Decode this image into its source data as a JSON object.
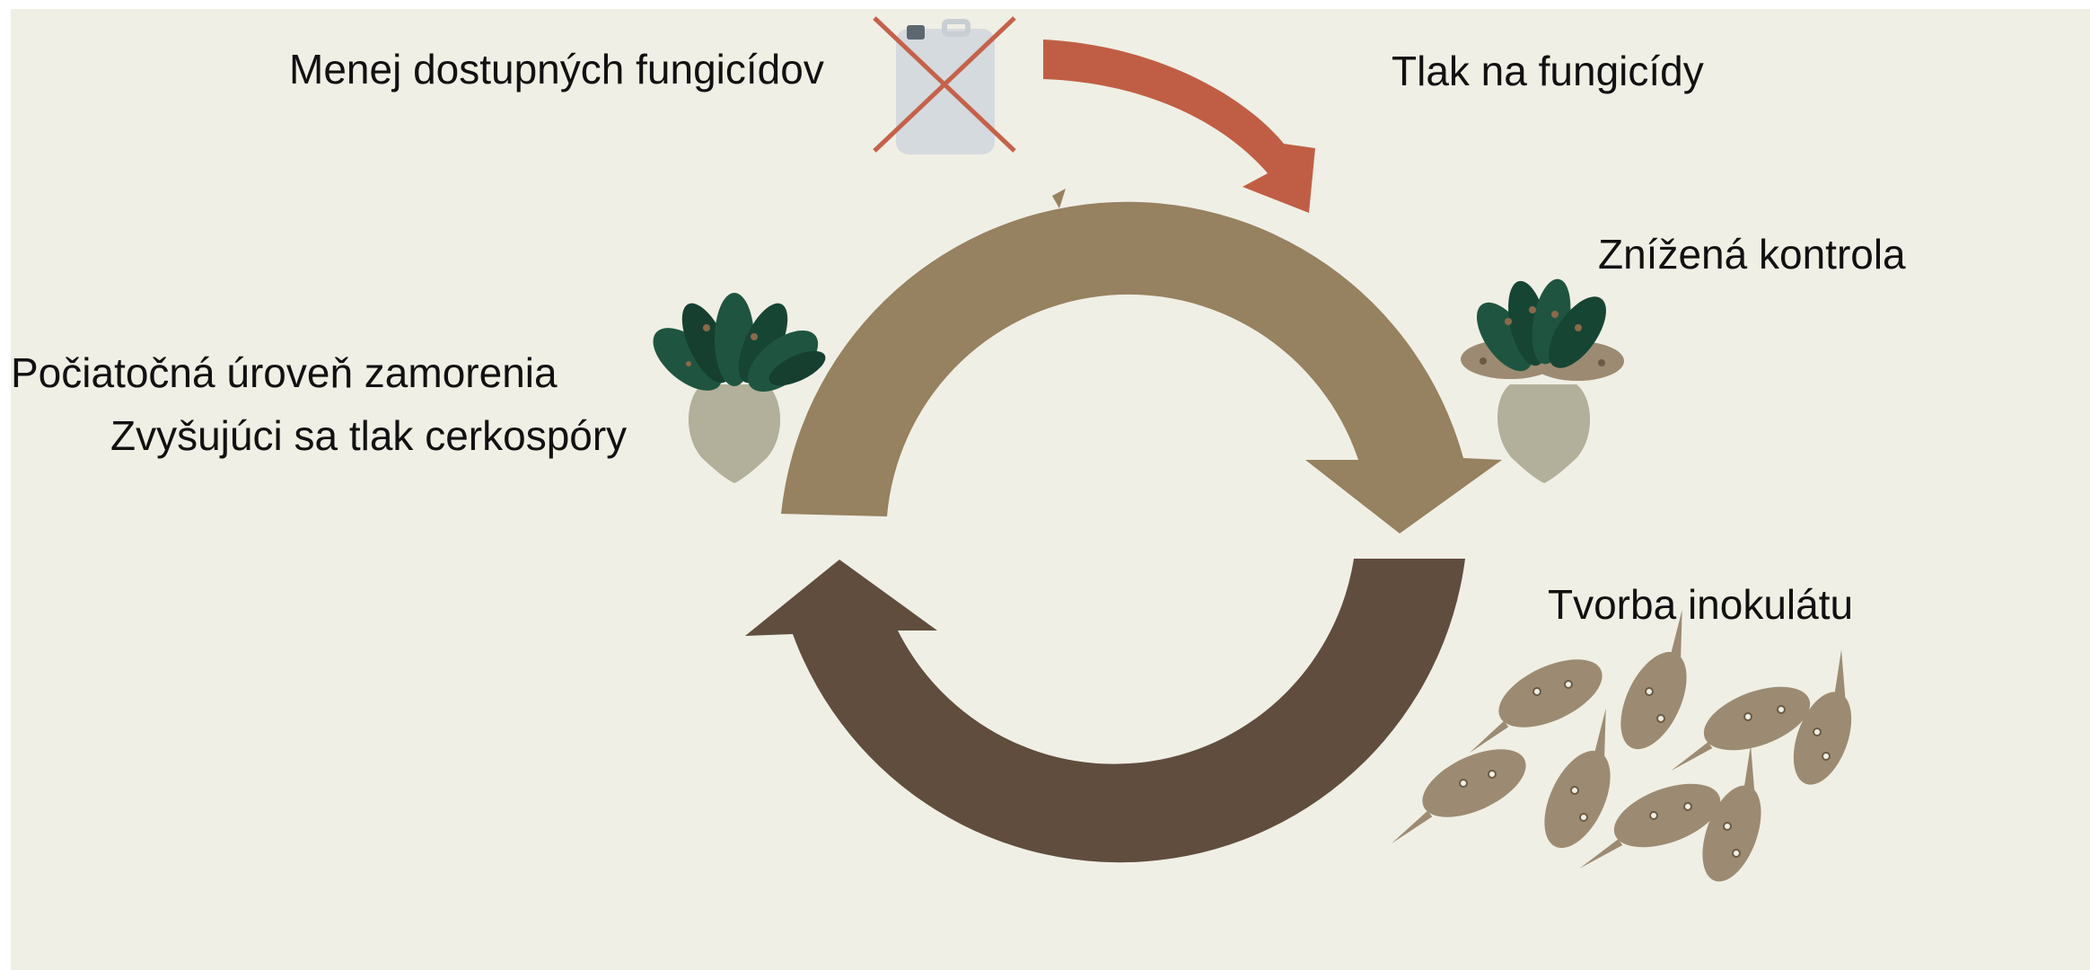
{
  "labels": {
    "less_fungicides": "Menej dostupných fungicídov",
    "fungicide_pressure": "Tlak na fungicídy",
    "reduced_control": "Znížená kontrola",
    "initial_infestation": "Počiatočná úroveň zamorenia",
    "increasing_pressure": "Zvyšujúci sa tlak cerkospóry",
    "inoculum_formation": "Tvorba inokulátu"
  },
  "colors": {
    "background": "#f0efe5",
    "upper_arc": "#968160",
    "lower_arc": "#604d3e",
    "pressure_arrow": "#c05e45",
    "cross": "#c4624a",
    "canister": "#d5dade",
    "beet_root": "#b2af9a",
    "beet_leaves": "#1f5540",
    "leaf_residue": "#9c8b72"
  },
  "icons": [
    "fungicide-canister-crossed-icon",
    "healthy-beet-icon",
    "infected-beet-icon",
    "infected-leaf-residue-icon"
  ]
}
